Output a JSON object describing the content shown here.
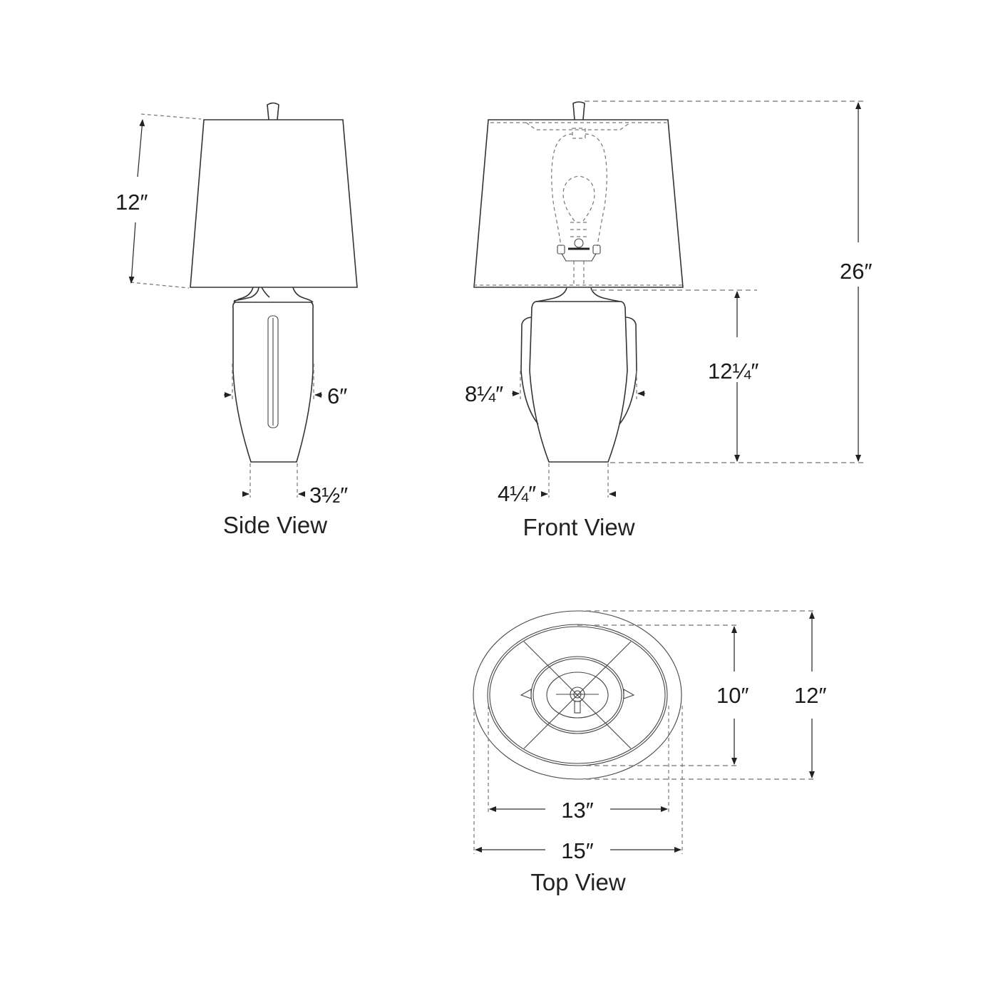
{
  "views": {
    "side": {
      "caption": "Side View",
      "dimensions": {
        "shade_height": "12″",
        "body_width": "6″",
        "base_width": "3½″"
      }
    },
    "front": {
      "caption": "Front View",
      "dimensions": {
        "overall_height": "26″",
        "base_height": "12¼″",
        "body_width": "8¼″",
        "base_width": "4¼″"
      }
    },
    "top": {
      "caption": "Top View",
      "dimensions": {
        "shade_inner_depth": "10″",
        "shade_outer_depth": "12″",
        "shade_inner_width": "13″",
        "shade_outer_width": "15″"
      }
    }
  },
  "colors": {
    "line": "#333333",
    "dashed": "#888888",
    "text": "#1a1a1a",
    "background": "#ffffff"
  }
}
